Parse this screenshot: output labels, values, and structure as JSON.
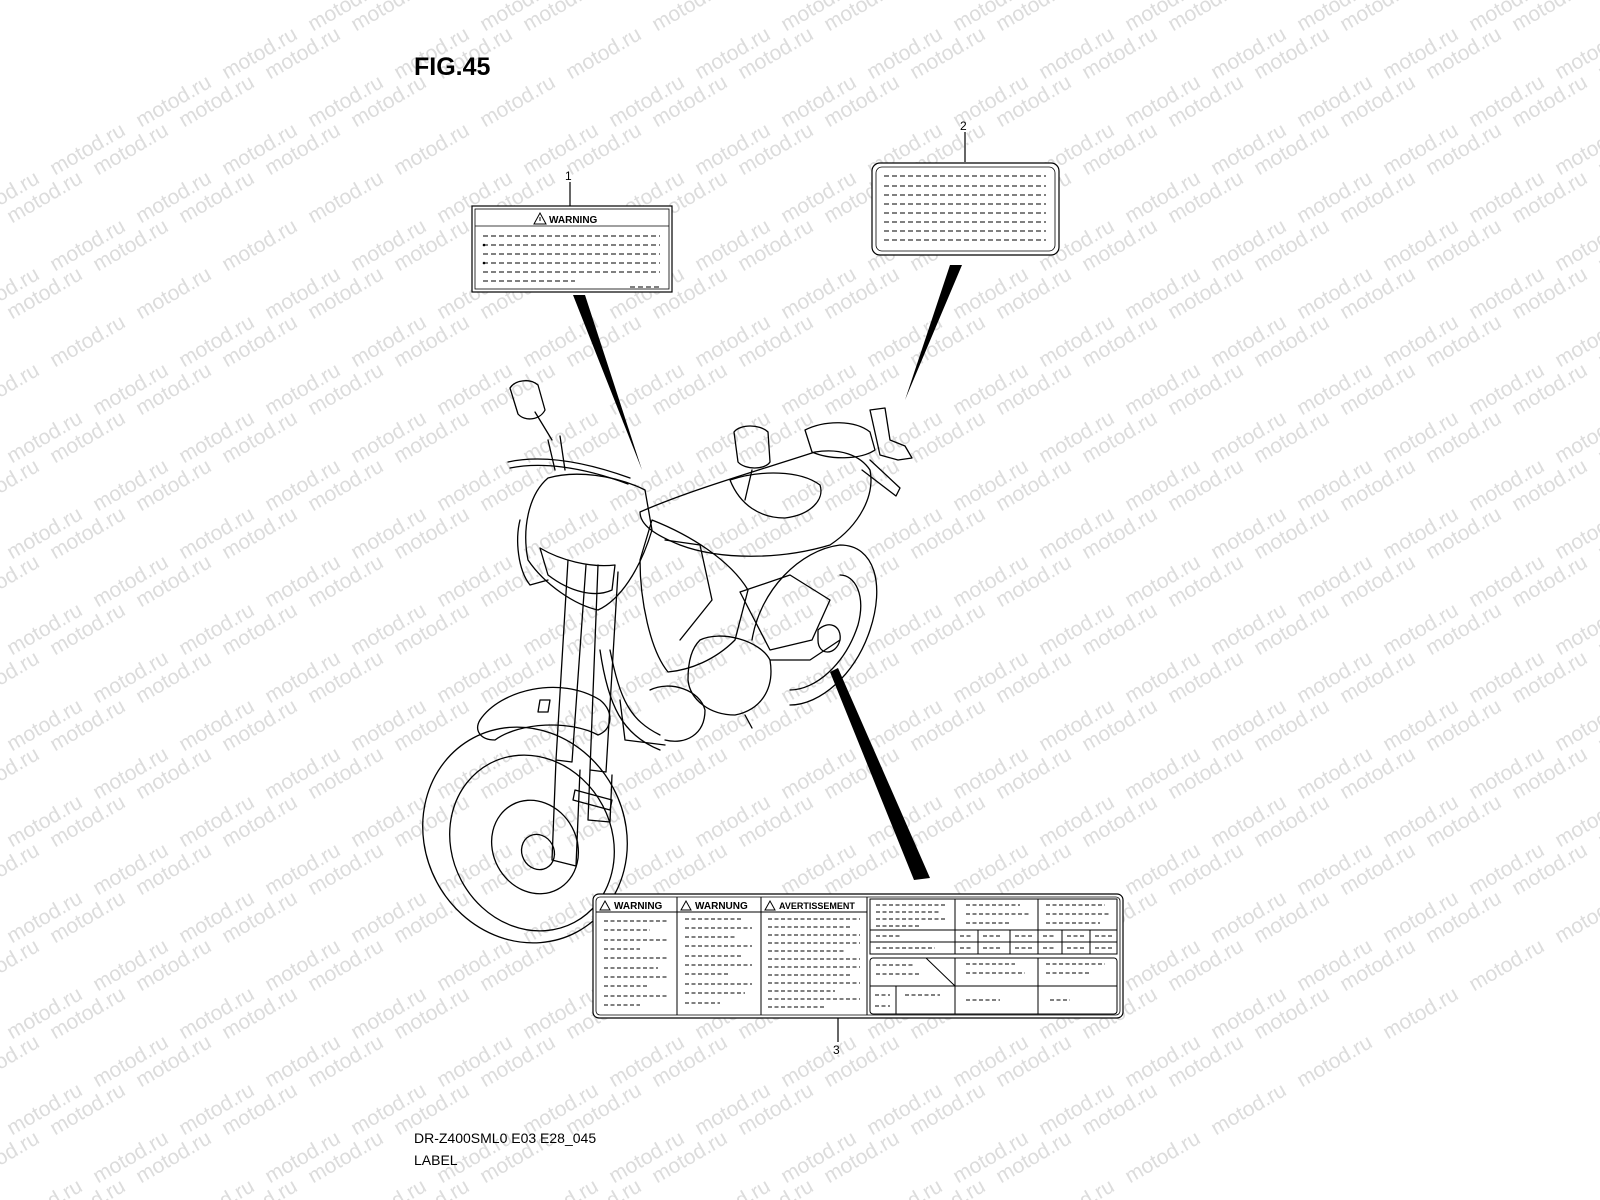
{
  "figure": {
    "title": "FIG.45",
    "model_code": "DR-Z400SML0 E03 E28_045",
    "section_name": "LABEL"
  },
  "watermark": {
    "text": "motod.ru",
    "color": "#dcdcdc"
  },
  "callouts": [
    {
      "number": "1",
      "part": "warning-label"
    },
    {
      "number": "2",
      "part": "blank-label"
    },
    {
      "number": "3",
      "part": "multilingual-label"
    }
  ],
  "label_1": {
    "header": "WARNING"
  },
  "label_3": {
    "headers": [
      "WARNING",
      "WARNUNG",
      "AVERTISSEMENT"
    ]
  },
  "colors": {
    "line": "#000000",
    "background": "#ffffff"
  }
}
